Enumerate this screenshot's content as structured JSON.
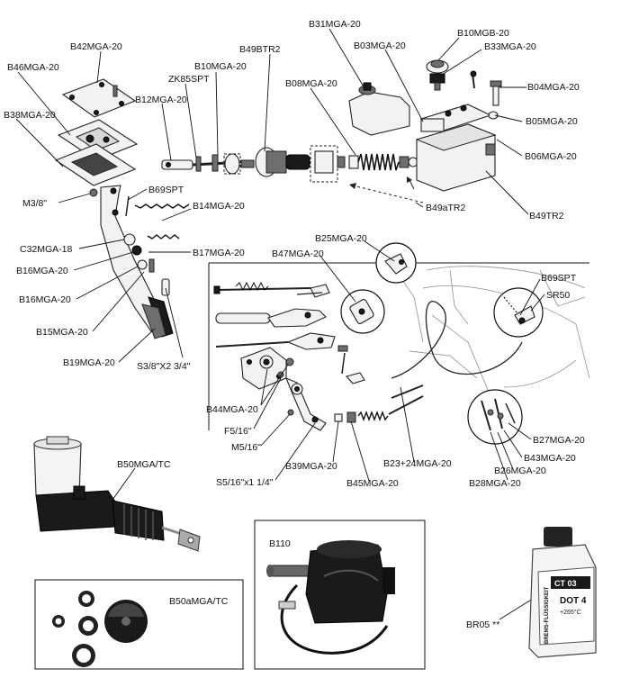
{
  "labels": {
    "B31MGA20": "B31MGA-20",
    "B10MGB20": "B10MGB-20",
    "B42MGA20": "B42MGA-20",
    "B03MGA20": "B03MGA-20",
    "B33MGA20": "B33MGA-20",
    "B49BTR2": "B49BTR2",
    "B46MGA20": "B46MGA-20",
    "B10MGA20": "B10MGA-20",
    "ZK85SPT": "ZK85SPT",
    "B04MGA20": "B04MGA-20",
    "B08MGA20": "B08MGA-20",
    "B12MGA20": "B12MGA-20",
    "B38MGA20": "B38MGA-20",
    "B05MGA20": "B05MGA-20",
    "B06MGA20": "B06MGA-20",
    "B69SPT_top": "B69SPT",
    "M3_8": "M3/8\"",
    "B49aTR2": "B49aTR2",
    "B14MGA20": "B14MGA-20",
    "B49TR2": "B49TR2",
    "B25MGA20": "B25MGA-20",
    "C32MGA18": "C32MGA-18",
    "B17MGA20": "B17MGA-20",
    "B47MGA20": "B47MGA-20",
    "B16MGA20_a": "B16MGA-20",
    "B69SPT_right": "B69SPT",
    "B16MGA20_b": "B16MGA-20",
    "SR50": "SR50",
    "B15MGA20": "B15MGA-20",
    "B19MGA20": "B19MGA-20",
    "S3_8x2_3_4": "S3/8\"X2 3/4\"",
    "B44MGA20": "B44MGA-20",
    "F5_16": "F5/16\"",
    "B27MGA20": "B27MGA-20",
    "M5_16": "M5/16\"",
    "B43MGA20": "B43MGA-20",
    "B50MGA_TC": "B50MGA/TC",
    "B39MGA20": "B39MGA-20",
    "B23_24MGA20": "B23+24MGA-20",
    "B26MGA20": "B26MGA-20",
    "S5_16x1_1_4": "S5/16\"x1 1/4\"",
    "B45MGA20": "B45MGA-20",
    "B28MGA20": "B28MGA-20",
    "B110": "B110",
    "B50aMGA_TC": "B50aMGA/TC",
    "BR05": "BR05 **"
  },
  "bottle": {
    "brand_top": "CT 03",
    "line1": "DOT 4",
    "line2": "+265°C",
    "side_text": "BREMS-FLÜSSIGKEIT"
  }
}
